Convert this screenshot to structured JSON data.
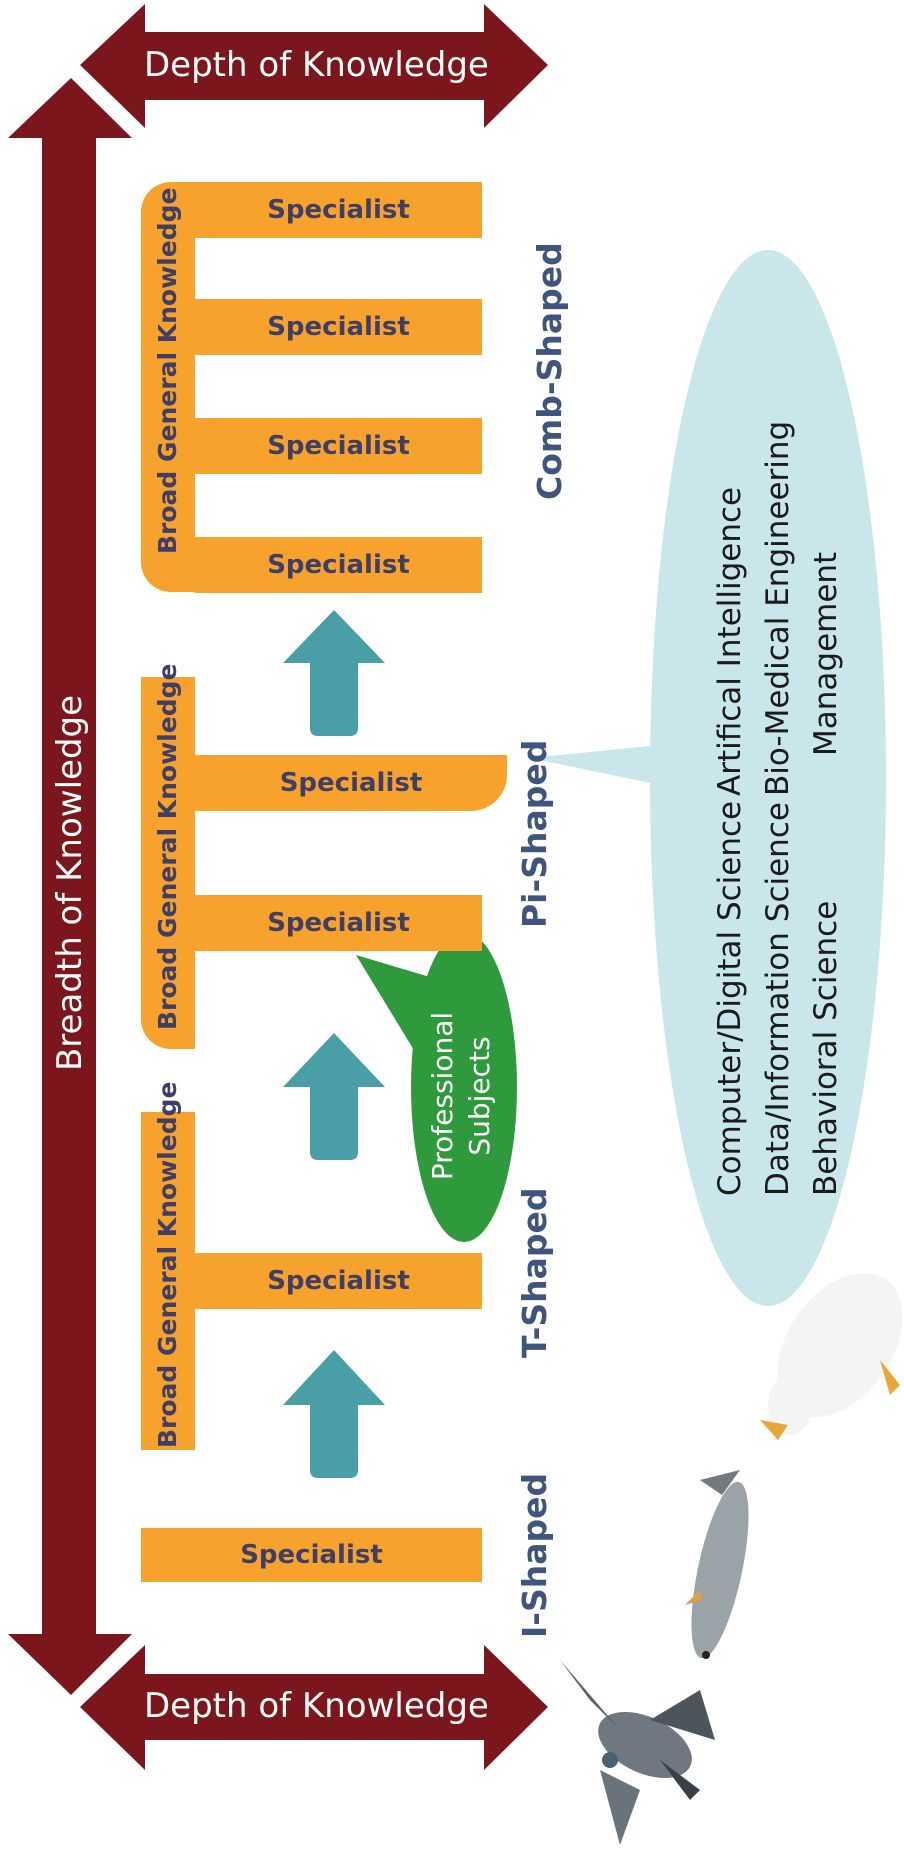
{
  "axes": {
    "depth_label_top": "Depth of Knowledge",
    "depth_label_bottom": "Depth of Knowledge",
    "breadth_label": "Breadth of Knowledge"
  },
  "shapes": {
    "i_shaped": {
      "name": "I-Shaped",
      "specialist": "Specialist"
    },
    "t_shaped": {
      "name": "T-Shaped",
      "general": "Broad General Knowledge",
      "specialist": "Specialist"
    },
    "pi_shaped": {
      "name": "Pi-Shaped",
      "general": "Broad General Knowledge",
      "specialists": [
        "Specialist",
        "Specialist"
      ]
    },
    "comb_shaped": {
      "name": "Comb-Shaped",
      "general": "Broad General Knowledge",
      "specialists": [
        "Specialist",
        "Specialist",
        "Specialist",
        "Specialist"
      ]
    }
  },
  "callouts": {
    "professional": {
      "line1": "Professional",
      "line2": "Subjects"
    },
    "subjects": {
      "row1": [
        "Computer/Digital Science",
        "Artifical Intelligence"
      ],
      "row2": [
        "Data/Information Science",
        "Bio-Medical Engineering"
      ],
      "row3": [
        "Behavioral Science",
        "Management"
      ]
    }
  },
  "colors": {
    "maroon": "#7B161C",
    "orange": "#F6A22D",
    "teal": "#4A9EA8",
    "navy": "#3F557C",
    "green": "#2E9A3C",
    "light_blue": "#C9E6EB"
  }
}
